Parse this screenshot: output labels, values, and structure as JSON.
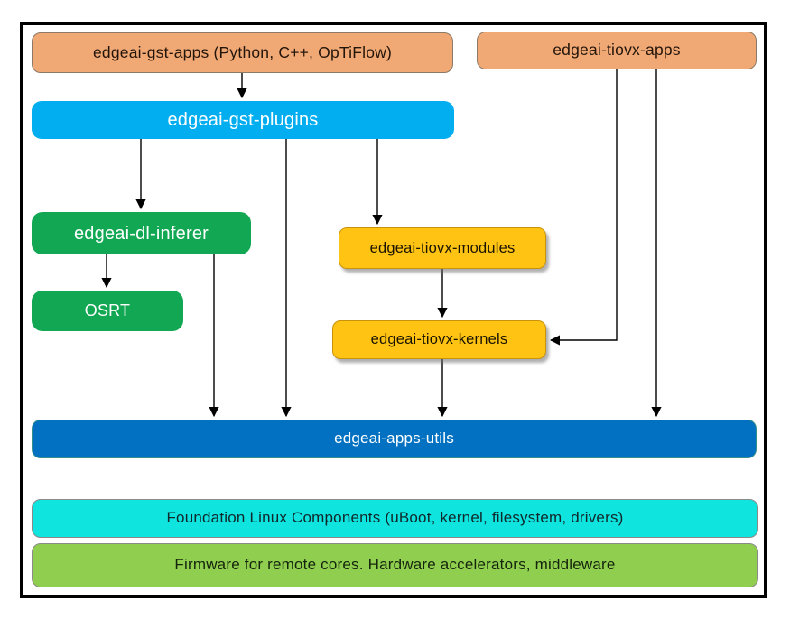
{
  "diagram": {
    "description": "EdgeAI software components stack diagram",
    "nodes": {
      "gst_apps": {
        "label": "edgeai-gst-apps (Python, C++, OpTiFlow)",
        "bg": "#f0a875",
        "fg": "#23150a"
      },
      "tiovx_apps": {
        "label": "edgeai-tiovx-apps",
        "bg": "#f0a875",
        "fg": "#23150a"
      },
      "gst_plugins": {
        "label": "edgeai-gst-plugins",
        "bg": "#02aef0",
        "fg": "#ffffff"
      },
      "dl_inferer": {
        "label": "edgeai-dl-inferer",
        "bg": "#12a853",
        "fg": "#ffffff"
      },
      "osrt": {
        "label": "OSRT",
        "bg": "#12a853",
        "fg": "#ffffff"
      },
      "tiovx_modules": {
        "label": "edgeai-tiovx-modules",
        "bg": "#ffc413",
        "fg": "#1b1302"
      },
      "tiovx_kernels": {
        "label": "edgeai-tiovx-kernels",
        "bg": "#ffc413",
        "fg": "#1b1302"
      },
      "apps_utils": {
        "label": "edgeai-apps-utils",
        "bg": "#0271c1",
        "fg": "#ffffff"
      },
      "foundation": {
        "label": "Foundation Linux Components (uBoot, kernel, filesystem, drivers)",
        "bg": "#10e4df",
        "fg": "#10282b"
      },
      "firmware": {
        "label": "Firmware for remote cores. Hardware accelerators, middleware",
        "bg": "#8fce4f",
        "fg": "#15240c"
      }
    },
    "connections": [
      {
        "from": "edgeai-gst-apps",
        "to": "edgeai-gst-plugins"
      },
      {
        "from": "edgeai-gst-plugins",
        "to": "edgeai-dl-inferer"
      },
      {
        "from": "edgeai-gst-plugins",
        "to": "edgeai-apps-utils"
      },
      {
        "from": "edgeai-gst-plugins",
        "to": "edgeai-tiovx-modules"
      },
      {
        "from": "edgeai-dl-inferer",
        "to": "OSRT"
      },
      {
        "from": "edgeai-dl-inferer",
        "to": "edgeai-apps-utils"
      },
      {
        "from": "edgeai-tiovx-modules",
        "to": "edgeai-tiovx-kernels"
      },
      {
        "from": "edgeai-tiovx-kernels",
        "to": "edgeai-apps-utils"
      },
      {
        "from": "edgeai-tiovx-apps",
        "to": "edgeai-tiovx-kernels"
      },
      {
        "from": "edgeai-tiovx-apps",
        "to": "edgeai-apps-utils"
      }
    ],
    "colors": {
      "arrow": "#000000",
      "frame": "#000000",
      "background": "#ffffff"
    }
  }
}
